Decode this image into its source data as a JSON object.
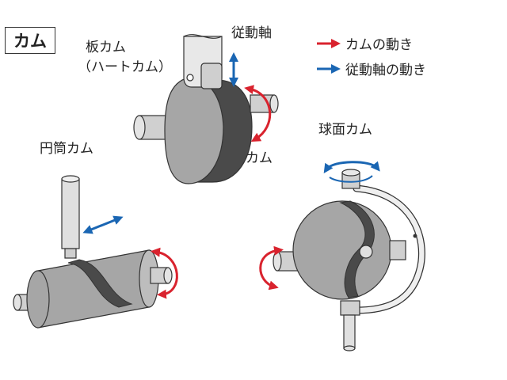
{
  "title": "カム",
  "labels": {
    "plate_cam": "板カム",
    "plate_cam_sub": "（ハートカム）",
    "follower_top": "従動軸",
    "cam_top": "カム",
    "cylindrical_cam": "円筒カム",
    "spherical_cam": "球面カム"
  },
  "legend": [
    {
      "label": "カムの動き",
      "color": "#d9232e"
    },
    {
      "label": "従動軸の動き",
      "color": "#1a66b3"
    }
  ],
  "colors": {
    "cam_motion": "#d9232e",
    "follower_motion": "#1a66b3",
    "body_gray": "#a6a6a6",
    "groove_dark": "#4a4a4a",
    "shaft_light": "#d0d0d0"
  }
}
